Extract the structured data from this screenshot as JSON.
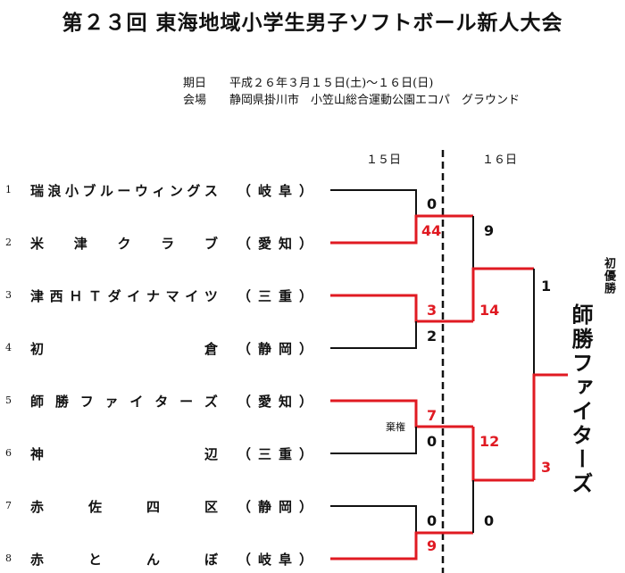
{
  "title": "第２３回 東海地域小学生男子ソフトボール新人大会",
  "info": {
    "date_label": "期日",
    "date_value": "平成２６年３月１５日(土)～１６日(日)",
    "venue_label": "会場",
    "venue_value": "静岡県掛川市　小笠山総合運動公園エコパ　グラウンド"
  },
  "days": {
    "day1": "１５日",
    "day2": "１６日"
  },
  "teams": [
    {
      "num": "1",
      "name": "瑞浪小ブルーウィングス",
      "pref": "（岐阜）"
    },
    {
      "num": "2",
      "name": "米津クラブ",
      "pref": "（愛知）"
    },
    {
      "num": "3",
      "name": "津西ＨＴダイナマイツ",
      "pref": "（三重）"
    },
    {
      "num": "4",
      "name": "初倉",
      "pref": "（静岡）"
    },
    {
      "num": "5",
      "name": "師勝ファイターズ",
      "pref": "（愛知）"
    },
    {
      "num": "6",
      "name": "神辺",
      "pref": "（三重）"
    },
    {
      "num": "7",
      "name": "赤佐四区",
      "pref": "（静岡）"
    },
    {
      "num": "8",
      "name": "赤とんぼ",
      "pref": "（岐阜）"
    }
  ],
  "scores": {
    "r1_m1_top": "0",
    "r1_m1_bottom": "44",
    "r1_m2_top": "3",
    "r1_m2_bottom": "2",
    "r1_m3_top": "7",
    "r1_m3_bottom": "0",
    "r1_m4_top": "0",
    "r1_m4_bottom": "9",
    "sf1_top": "9",
    "sf1_bottom": "14",
    "sf2_top": "12",
    "sf2_bottom": "0",
    "final_top": "1",
    "final_bottom": "3"
  },
  "forfeit_note": "棄権",
  "champion_label": "初優勝",
  "champion": "師勝ファイターズ",
  "colors": {
    "winner_line": "#e01a22",
    "line": "#111111"
  }
}
